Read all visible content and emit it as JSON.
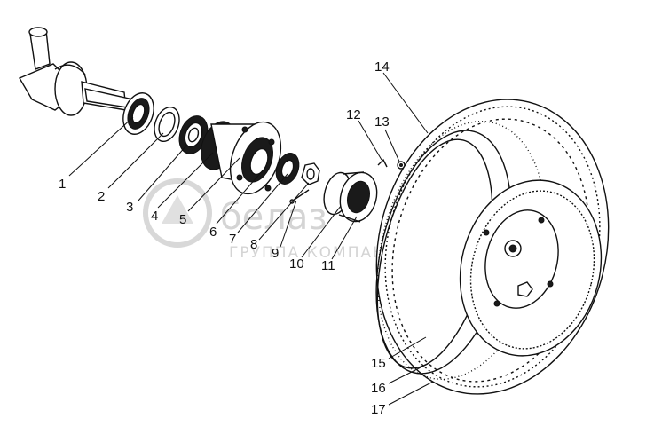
{
  "watermark": {
    "brand": "белаз",
    "subtitle": "ГРУППА КОМПАНИЙ"
  },
  "callouts": [
    {
      "id": "1",
      "label": "1"
    },
    {
      "id": "2",
      "label": "2"
    },
    {
      "id": "3",
      "label": "3"
    },
    {
      "id": "4",
      "label": "4"
    },
    {
      "id": "5",
      "label": "5"
    },
    {
      "id": "6",
      "label": "6"
    },
    {
      "id": "7",
      "label": "7"
    },
    {
      "id": "8",
      "label": "8"
    },
    {
      "id": "9",
      "label": "9"
    },
    {
      "id": "10",
      "label": "10"
    },
    {
      "id": "11",
      "label": "11"
    },
    {
      "id": "12",
      "label": "12"
    },
    {
      "id": "13",
      "label": "13"
    },
    {
      "id": "14",
      "label": "14"
    },
    {
      "id": "15",
      "label": "15"
    },
    {
      "id": "16",
      "label": "16"
    },
    {
      "id": "17",
      "label": "17"
    }
  ]
}
